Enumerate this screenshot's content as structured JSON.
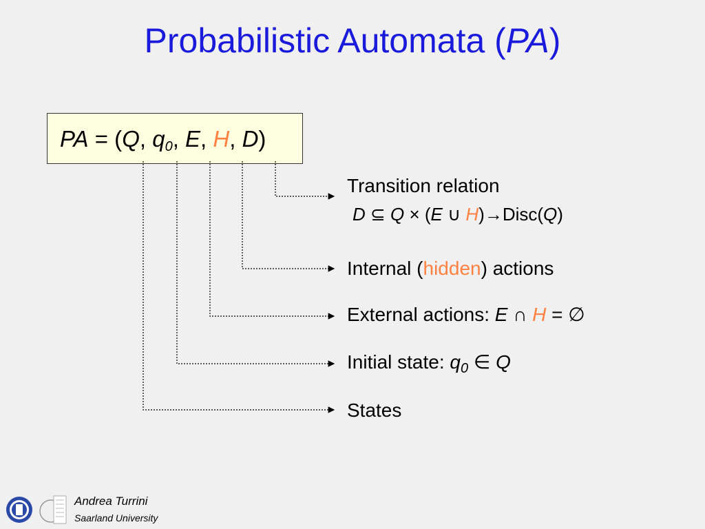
{
  "title": {
    "text": "Probabilistic Automata (",
    "italic": "PA",
    "close": ")"
  },
  "formula": {
    "pa": "PA",
    "eq": " = (",
    "q": "Q",
    "c1": ", ",
    "q0": "q",
    "q0_sub": "0",
    "c2": ", ",
    "e": "E",
    "c3": ", ",
    "h": "H",
    "c4": ", ",
    "d": "D",
    "close": ")"
  },
  "labels": {
    "transition": {
      "title": "Transition relation",
      "d": "D",
      "subseteq": " ⊆ ",
      "q": "Q",
      "times": " × (",
      "e": "E",
      "cup": " ∪ ",
      "h": "H",
      "arrow": ")→Disc(",
      "q2": "Q",
      "close": ")"
    },
    "internal": {
      "pre": "Internal (",
      "hidden": "hidden",
      "post": ") actions"
    },
    "external": {
      "pre": "External actions: ",
      "e": "E",
      "cap": " ∩ ",
      "h": "H",
      "post": " = ∅"
    },
    "initial": {
      "pre": "Initial state: ",
      "q0": "q",
      "q0_sub": "0",
      "in": " ∈ ",
      "q": "Q"
    },
    "states": {
      "text": "States"
    }
  },
  "footer": {
    "author": "Andrea Turrini",
    "university": "Saarland University"
  },
  "colors": {
    "title": "#1a1adc",
    "accent": "#ff8040",
    "box": "#fdfde0",
    "background": "#f0f0f0"
  }
}
